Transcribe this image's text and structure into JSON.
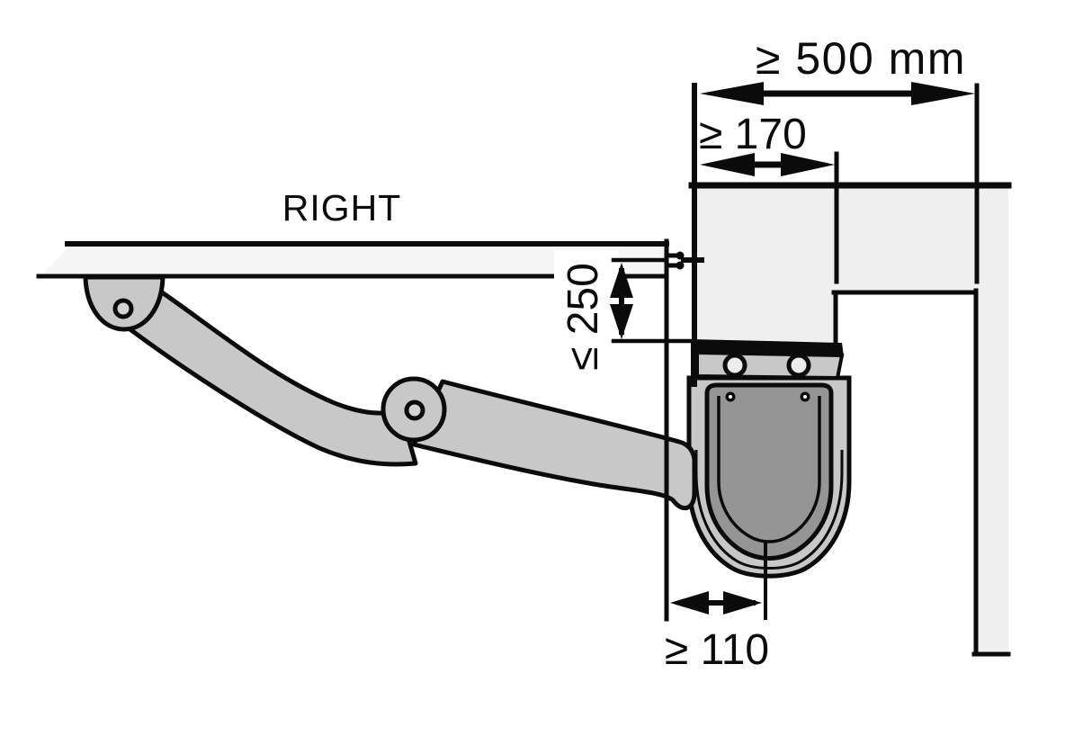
{
  "diagram": {
    "side_label": "RIGHT",
    "dims": {
      "min_side_room": "≥ 500 mm",
      "min_post_width": "≥ 170",
      "max_hinge_offset": "≤ 250",
      "min_center_distance": "≥ 110"
    },
    "colors": {
      "line": "#0b0b0b",
      "wall_fill": "#efefef",
      "gate_fill": "#f5f5f5",
      "metal_fill": "#c8c8c8",
      "metal_light": "#d4d4d4",
      "cover_fill": "#959595",
      "bolt_fill": "#ececec"
    },
    "parts": {
      "wall": "wall-plan",
      "gate": "gate-leaf",
      "hinge": "gate-hinge",
      "bracket": "gate-arm-bracket",
      "arm1": "arm-segment-front",
      "arm2": "arm-segment-rear",
      "elbow": "arm-elbow-joint",
      "plate": "operator-mounting-plate",
      "motor": "operator-motor-body"
    }
  }
}
